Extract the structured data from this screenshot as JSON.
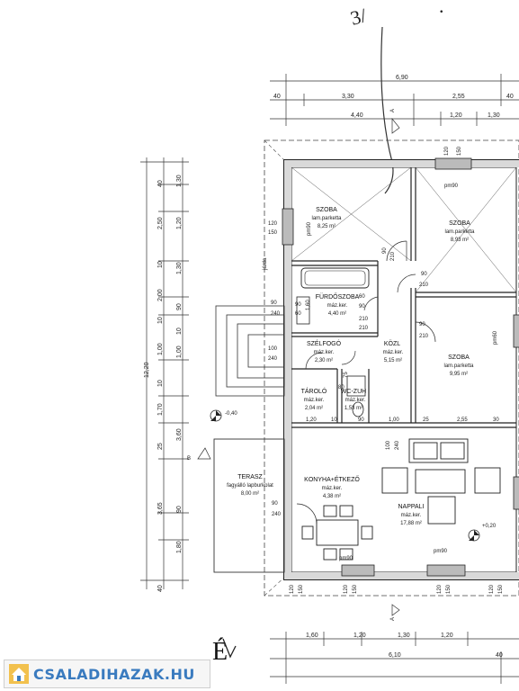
{
  "watermark": {
    "text": "CSALADIHAZAK.HU",
    "icon": "house-logo-icon"
  },
  "handwriting": {
    "top_note": "3/",
    "dot": "."
  },
  "rooms": {
    "szoba1": {
      "name": "SZOBA",
      "floor": "lam.parketta",
      "area": "8,25 m²"
    },
    "szoba2": {
      "name": "SZOBA",
      "floor": "lam.parketta",
      "area": "8,93 m²"
    },
    "furdo": {
      "name": "FÜRDŐSZOBA",
      "floor": "máz.ker.",
      "area": "4,40 m²"
    },
    "szelfogo": {
      "name": "SZÉLFOGÓ",
      "floor": "máz.ker.",
      "area": "2,30 m²"
    },
    "kozl": {
      "name": "KÖZL",
      "floor": "máz.ker.",
      "area": "5,15 m²"
    },
    "szoba3": {
      "name": "SZOBA",
      "floor": "lam.parketta",
      "area": "9,95 m²"
    },
    "tarolo": {
      "name": "TÁROLÓ",
      "floor": "máz.ker.",
      "area": "2,04 m²"
    },
    "wc": {
      "name": "WC-ZUH",
      "floor": "máz.ker.",
      "area": "1,53 m²"
    },
    "konyha": {
      "name": "KONYHA+ÉTKEZŐ",
      "floor": "máz.ker.",
      "area": "4,38 m²"
    },
    "nappali": {
      "name": "NAPPALI",
      "floor": "máz.ker.",
      "area": "17,88 m²"
    },
    "terasz": {
      "name": "TERASZ",
      "floor": "fagyálló lapburkolat",
      "area": "8,00 m²"
    }
  },
  "dims_top": {
    "row1": [
      "6,90"
    ],
    "row2": [
      "40",
      "3,30",
      "2,55",
      "40"
    ],
    "row3": [
      "4,40",
      "1,20",
      "1,30"
    ]
  },
  "dims_left": {
    "total": "12,20",
    "segments": [
      "40",
      "1,30",
      "2,50",
      "1,20",
      "10",
      "1,30",
      "2,00",
      "10",
      "90",
      "1,00",
      "10",
      "1,00",
      "1,70",
      "10",
      "25",
      "3,60",
      "3,65",
      "90",
      "1,80",
      "40"
    ]
  },
  "dims_bottom": {
    "row1": [
      "1,60",
      "1,20",
      "1,30",
      "1,20"
    ],
    "row2": [
      "6,10"
    ],
    "row3": [
      "40"
    ]
  },
  "openings": {
    "pm90_top": "pm90",
    "pm90_bottom_left": "pm90",
    "pm90_bottom_right": "pm90",
    "pm90_left": "pm90",
    "pm60_right": "pm60",
    "o120_150_top": [
      "120",
      "150"
    ],
    "o120_150_left": [
      "120",
      "150"
    ],
    "d90_210_a": [
      "90",
      "210"
    ],
    "d90_210_b": [
      "90",
      "210"
    ],
    "d90_210_c": [
      "90",
      "210"
    ],
    "d90_210_d": [
      "90",
      "210"
    ],
    "d100_240": [
      "100",
      "240"
    ],
    "d90_240_left": [
      "90",
      "240"
    ],
    "d90_240_terasz": [
      "90",
      "240"
    ],
    "d60_90": [
      "90",
      "60"
    ],
    "d60_210": [
      "60",
      "210"
    ],
    "o120_150_bottom_a": [
      "120",
      "150"
    ],
    "o120_150_bottom_b": [
      "120",
      "150"
    ],
    "o120_150_bottom_c": [
      "120",
      "150"
    ],
    "o120_150_bottom_d": [
      "120",
      "150"
    ],
    "misc": [
      "1,20",
      "10",
      "90",
      "1,00",
      "25",
      "2,55",
      "30",
      "75",
      "1,60",
      "80",
      "100",
      "240"
    ]
  },
  "levels": {
    "left": "-0,40",
    "right": "+0,20"
  },
  "sections": {
    "a_top": "A",
    "a_bottom": "A",
    "b": "B"
  },
  "compass": "É",
  "misc_labels": {
    "jarda": "járda"
  }
}
